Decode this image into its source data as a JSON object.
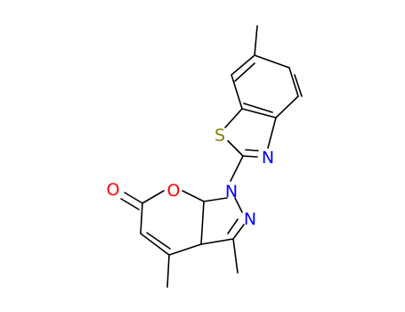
{
  "colors": {
    "bond": "#000000",
    "O": "#ff0000",
    "N": "#0000ff",
    "S": "#808000"
  },
  "atoms": {
    "S": "S",
    "N_thiazole": "N",
    "N1": "N",
    "N2": "N",
    "O_ring": "O",
    "O_carbonyl": "O"
  }
}
